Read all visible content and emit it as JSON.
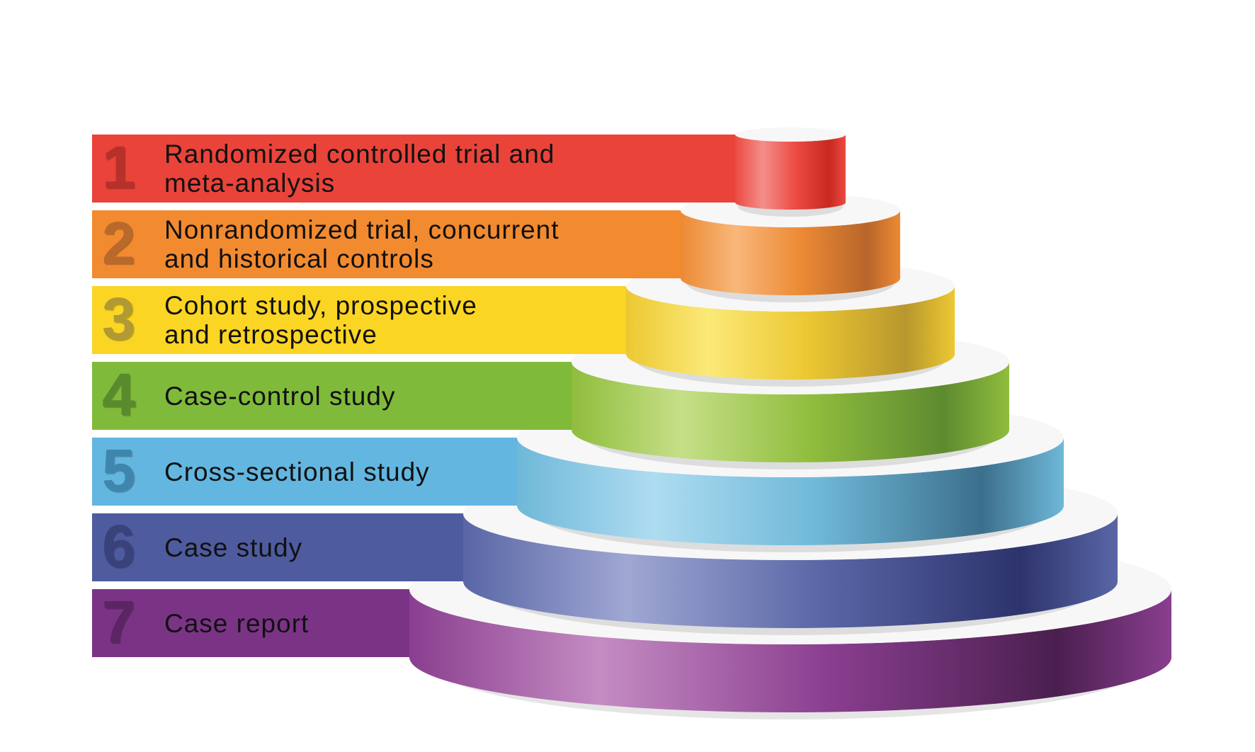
{
  "levels": [
    {
      "number": "1",
      "label": "Randomized controlled trial and\nmeta-analysis",
      "color": "#e9433a",
      "num_color": "#b8302a",
      "disk_colors": [
        "#f48e8a",
        "#ec4a42",
        "#c8281f"
      ]
    },
    {
      "number": "2",
      "label": "Nonrandomized trial, concurrent\nand historical controls",
      "color": "#f28a30",
      "num_color": "#b86a2c",
      "disk_colors": [
        "#f8b77a",
        "#ec8a34",
        "#b8652b"
      ]
    },
    {
      "number": "3",
      "label": "Cohort study, prospective\nand retrospective",
      "color": "#fbd523",
      "num_color": "#b09a35",
      "disk_colors": [
        "#fbe978",
        "#ecc832",
        "#b8972e"
      ]
    },
    {
      "number": "4",
      "label": "Case-control study",
      "color": "#80ba3b",
      "num_color": "#5a8a2e",
      "disk_colors": [
        "#c6df88",
        "#8fbd3d",
        "#5e8a30"
      ]
    },
    {
      "number": "5",
      "label": "Cross-sectional study",
      "color": "#63b6e0",
      "num_color": "#3e86ad",
      "disk_colors": [
        "#aedcf1",
        "#6fb8d8",
        "#3c6f8c"
      ]
    },
    {
      "number": "6",
      "label": "Case study",
      "color": "#4e5b9f",
      "num_color": "#39427a",
      "disk_colors": [
        "#9fa7d2",
        "#5966a6",
        "#2d336c"
      ]
    },
    {
      "number": "7",
      "label": "Case report",
      "color": "#7b3386",
      "num_color": "#5c2464",
      "disk_colors": [
        "#c48cc2",
        "#8a3e8f",
        "#4a1f4f"
      ]
    }
  ]
}
